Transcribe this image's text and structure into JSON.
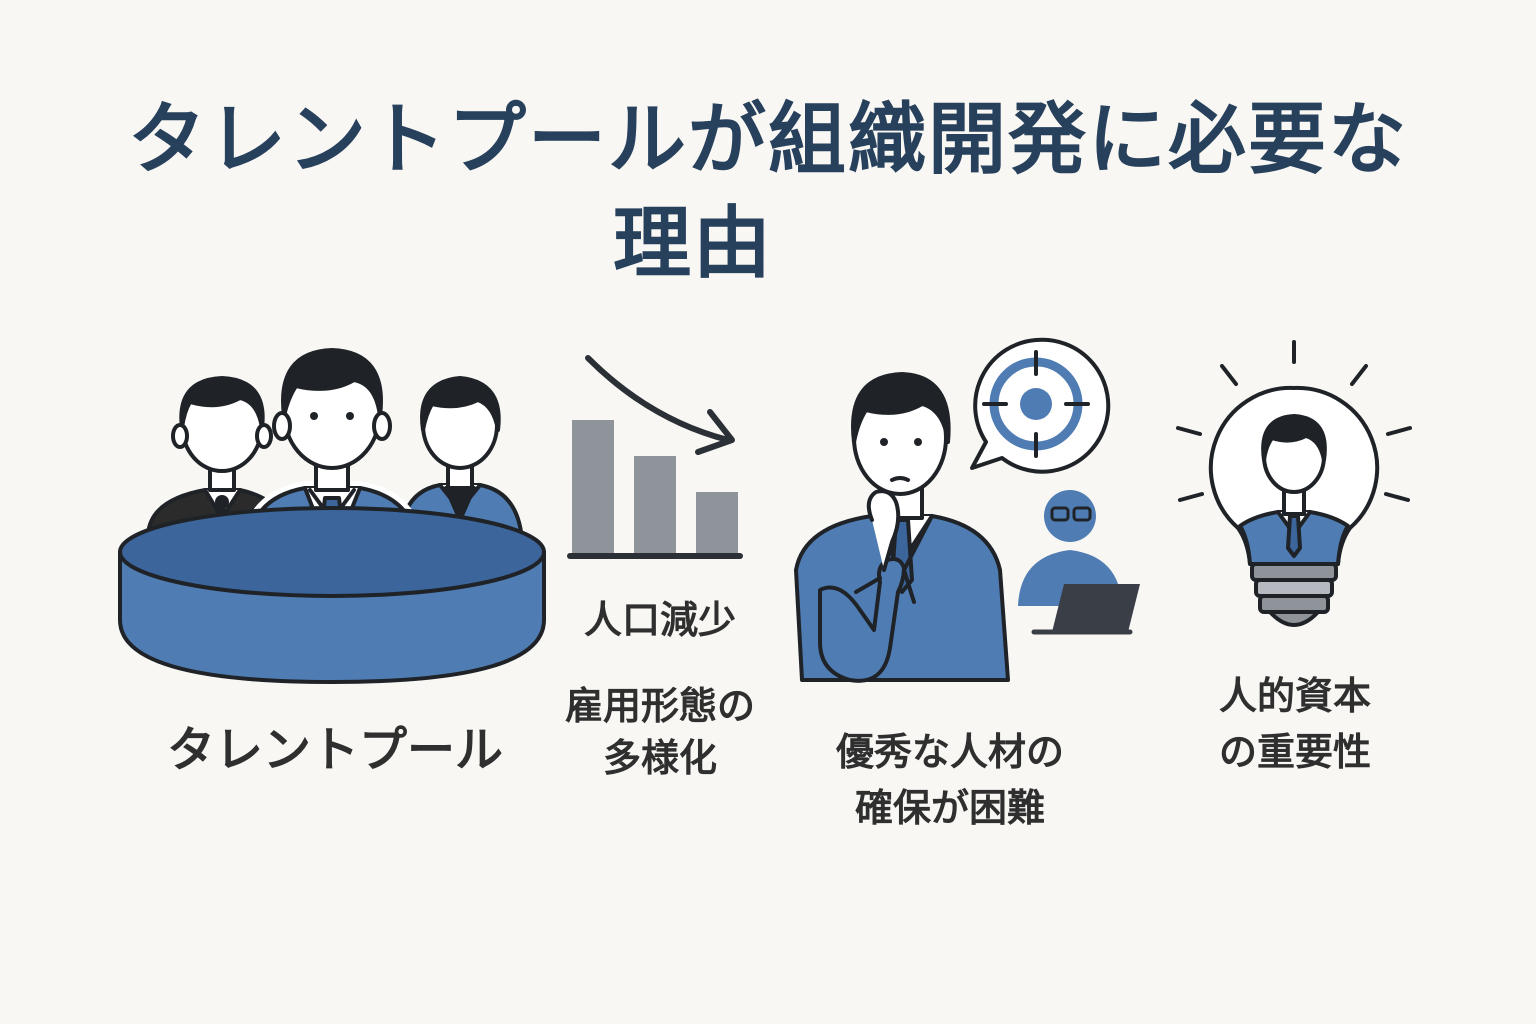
{
  "title": {
    "line1": "タレントプールが組織開発に必要な",
    "line2": "理由"
  },
  "items": [
    {
      "label": "タレントプール",
      "icon": "talent-pool-icon"
    },
    {
      "label": "人口減少",
      "icon": "declining-bar-chart-icon"
    },
    {
      "label": "雇用形態の\n多様化",
      "icon": ""
    },
    {
      "label": "優秀な人材の\n確保が困難",
      "icon": "thinking-person-target-icon"
    },
    {
      "label": "人的資本\nの重要性",
      "icon": "lightbulb-person-icon"
    }
  ],
  "colors": {
    "title": "#27405b",
    "blue": "#4f7db3",
    "dark_blue": "#3b659b",
    "gray": "#8f949b",
    "outline": "#1f2328"
  }
}
